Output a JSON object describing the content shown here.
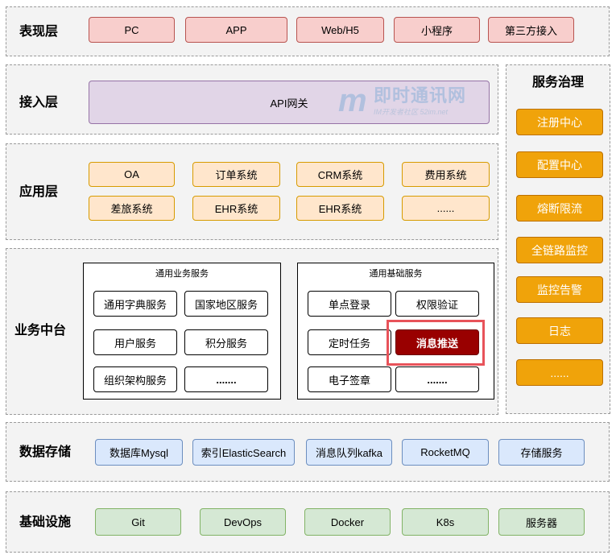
{
  "presentation": {
    "title": "表现层",
    "items": [
      "PC",
      "APP",
      "Web/H5",
      "小程序",
      "第三方接入"
    ]
  },
  "access": {
    "title": "接入层",
    "gateway": "API网关"
  },
  "application": {
    "title": "应用层",
    "row1": [
      "OA",
      "订单系统",
      "CRM系统",
      "费用系统"
    ],
    "row2": [
      "差旅系统",
      "EHR系统",
      "EHR系统",
      "......"
    ]
  },
  "middle": {
    "title": "业务中台",
    "business": {
      "title": "通用业务服务",
      "items": [
        "通用字典服务",
        "国家地区服务",
        "用户服务",
        "积分服务",
        "组织架构服务",
        "......."
      ]
    },
    "foundation": {
      "title": "通用基础服务",
      "items": [
        "单点登录",
        "权限验证",
        "定时任务",
        "消息推送",
        "电子签章",
        "......."
      ]
    }
  },
  "governance": {
    "title": "服务治理",
    "items": [
      "注册中心",
      "配置中心",
      "熔断限流",
      "全链路监控",
      "监控告警",
      "日志",
      "......"
    ]
  },
  "storage": {
    "title": "数据存储",
    "items": [
      "数据库Mysql",
      "索引ElasticSearch",
      "消息队列kafka",
      "RocketMQ",
      "存储服务"
    ]
  },
  "infrastructure": {
    "title": "基础设施",
    "items": [
      "Git",
      "DevOps",
      "Docker",
      "K8s",
      "服务器"
    ]
  },
  "watermark": {
    "logo": "m",
    "text": "即时通讯网",
    "sub": "IM开发者社区 52im.net"
  },
  "colors": {
    "presentation": "#f8cecc",
    "access": "#e1d5e7",
    "application": "#ffe6cc",
    "governance": "#f0a30a",
    "storage": "#dae8fc",
    "infrastructure": "#d5e8d4",
    "highlight": "#990000"
  }
}
